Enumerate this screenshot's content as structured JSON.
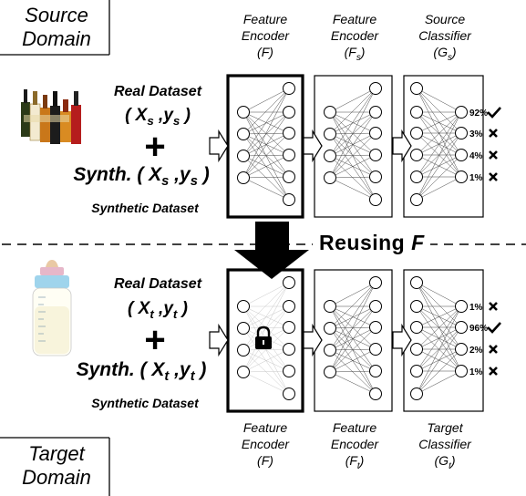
{
  "source_domain": {
    "line1": "Source",
    "line2": "Domain"
  },
  "target_domain": {
    "line1": "Target",
    "line2": "Domain"
  },
  "top_columns": [
    {
      "name": "Feature",
      "name2": "Encoder",
      "symbol": "(F)"
    },
    {
      "name": "Feature",
      "name2": "Encoder",
      "symbol_base": "(F",
      "symbol_sub": "s",
      "symbol_end": ")"
    },
    {
      "name": "Source",
      "name2": "Classifier",
      "symbol_base": "(G",
      "symbol_sub": "s",
      "symbol_end": ")"
    }
  ],
  "bottom_columns": [
    {
      "name": "Feature",
      "name2": "Encoder",
      "symbol": "(F)"
    },
    {
      "name": "Feature",
      "name2": "Encoder",
      "symbol_base": "(F",
      "symbol_sub": "t",
      "symbol_end": ")"
    },
    {
      "name": "Target",
      "name2": "Classifier",
      "symbol_base": "(G",
      "symbol_sub": "t",
      "symbol_end": ")"
    }
  ],
  "source_data": {
    "real_label": "Real Dataset",
    "real_open": "( X",
    "real_sub1": "s",
    "real_mid": " ,y",
    "real_sub2": "s",
    "real_close": " )",
    "plus": "+",
    "synth_prefix": "Synth. ( X",
    "synth_sub1": "s",
    "synth_mid": " ,y",
    "synth_sub2": "s",
    "synth_close": " )",
    "synth_label": "Synthetic Dataset"
  },
  "target_data": {
    "real_label": "Real Dataset",
    "real_open": "( X",
    "real_sub1": "t",
    "real_mid": " ,y",
    "real_sub2": "t",
    "real_close": " )",
    "plus": "+",
    "synth_prefix": "Synth. ( X",
    "synth_sub1": "t",
    "synth_mid": " ,y",
    "synth_sub2": "t",
    "synth_close": " )",
    "synth_label": "Synthetic Dataset"
  },
  "reusing": {
    "prefix": "Reusing ",
    "symbol": "F"
  },
  "source_outputs": [
    {
      "pct": "92%",
      "mark": "check"
    },
    {
      "pct": "3%",
      "mark": "cross"
    },
    {
      "pct": "4%",
      "mark": "cross"
    },
    {
      "pct": "1%",
      "mark": "cross"
    }
  ],
  "target_outputs": [
    {
      "pct": "1%",
      "mark": "cross"
    },
    {
      "pct": "96%",
      "mark": "check"
    },
    {
      "pct": "2%",
      "mark": "cross"
    },
    {
      "pct": "1%",
      "mark": "cross"
    }
  ],
  "icons": {
    "source_image": "liquor-bottles-icon",
    "target_image": "baby-bottle-icon",
    "lock": "lock-icon"
  }
}
